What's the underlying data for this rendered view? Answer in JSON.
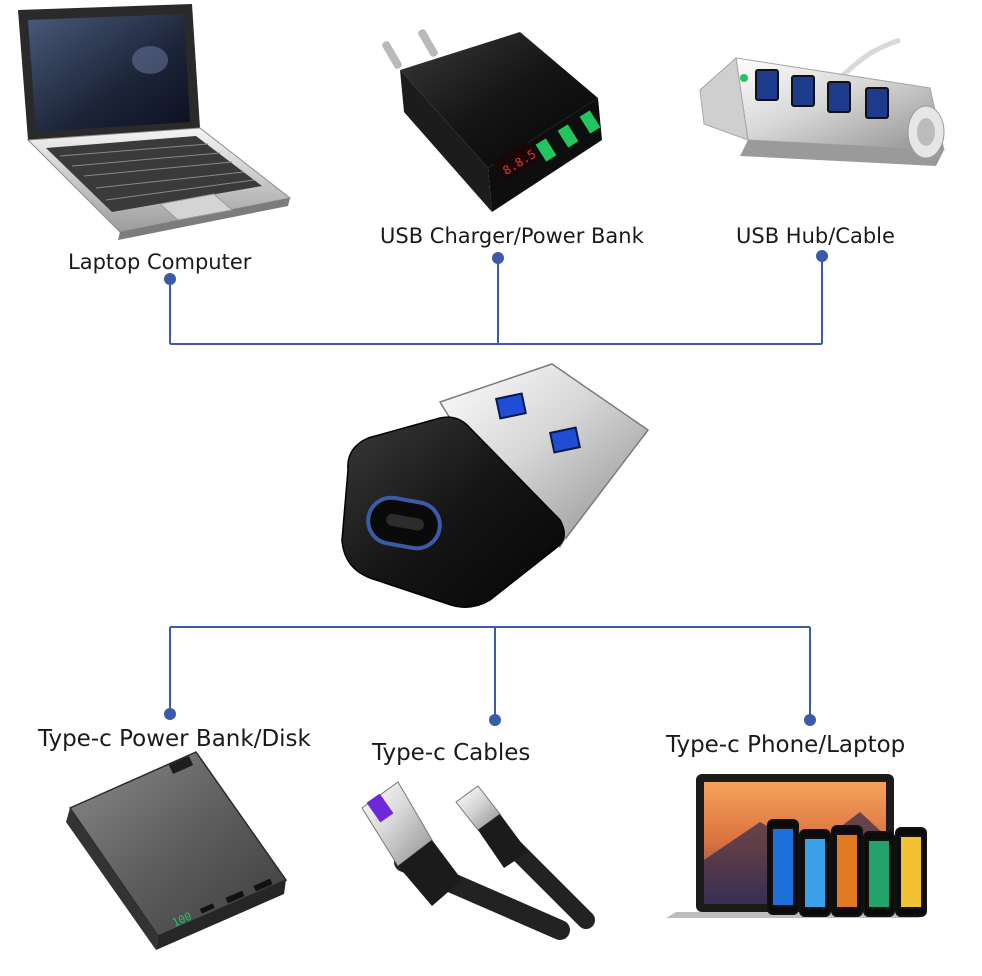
{
  "labels": {
    "laptop_computer": "Laptop Computer",
    "usb_charger": "USB Charger/Power Bank",
    "usb_hub": "USB Hub/Cable",
    "typec_power_bank": "Type-c Power Bank/Disk",
    "typec_cables": "Type-c Cables",
    "typec_phone_laptop": "Type-c Phone/Laptop"
  },
  "charger_display": "8.8.5",
  "power_bank_display": "100",
  "connector_color": "#3b5ba8",
  "icons": [
    "laptop-icon",
    "usb-charger-icon",
    "usb-hub-icon",
    "usb-c-adapter-icon",
    "power-bank-icon",
    "usb-c-cable-icon",
    "phone-laptop-icon"
  ]
}
